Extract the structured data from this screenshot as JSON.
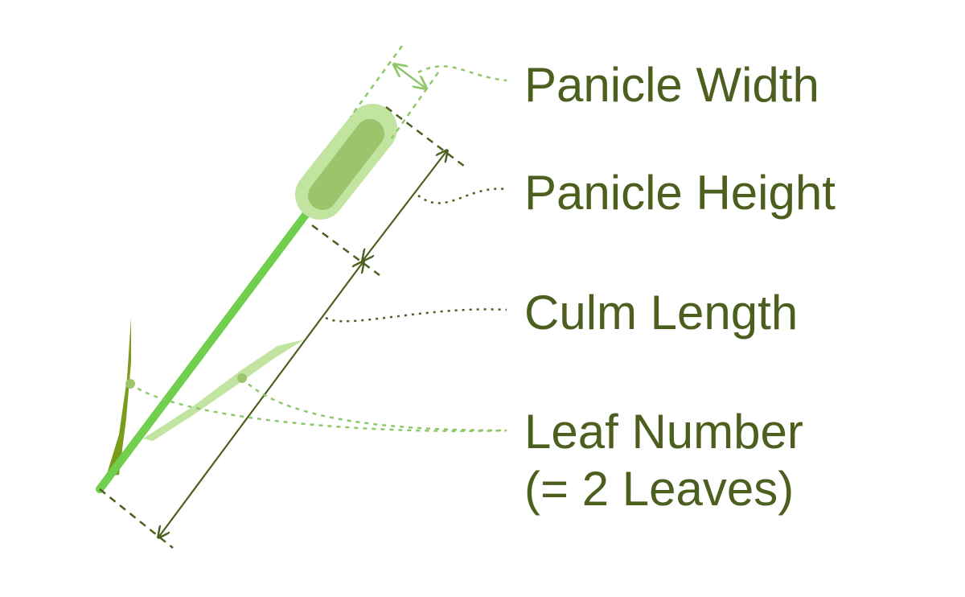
{
  "diagram": {
    "labels": {
      "panicle_width": "Panicle Width",
      "panicle_height": "Panicle Height",
      "culm_length": "Culm Length",
      "leaf_number_line1": "Leaf Number",
      "leaf_number_line2": "(= 2 Leaves)"
    },
    "colors": {
      "label_text": "#4d5f1f",
      "measure_dark": "#4d5f1f",
      "measure_light": "#8fc76b",
      "culm": "#70cf4c",
      "panicle_outer": "#c2e4a1",
      "panicle_inner": "#9ec46b",
      "leaf_dark": "#7a9b1c",
      "leaf_light": "#c2e4a1"
    },
    "icons": [
      "plant-diagram"
    ]
  }
}
